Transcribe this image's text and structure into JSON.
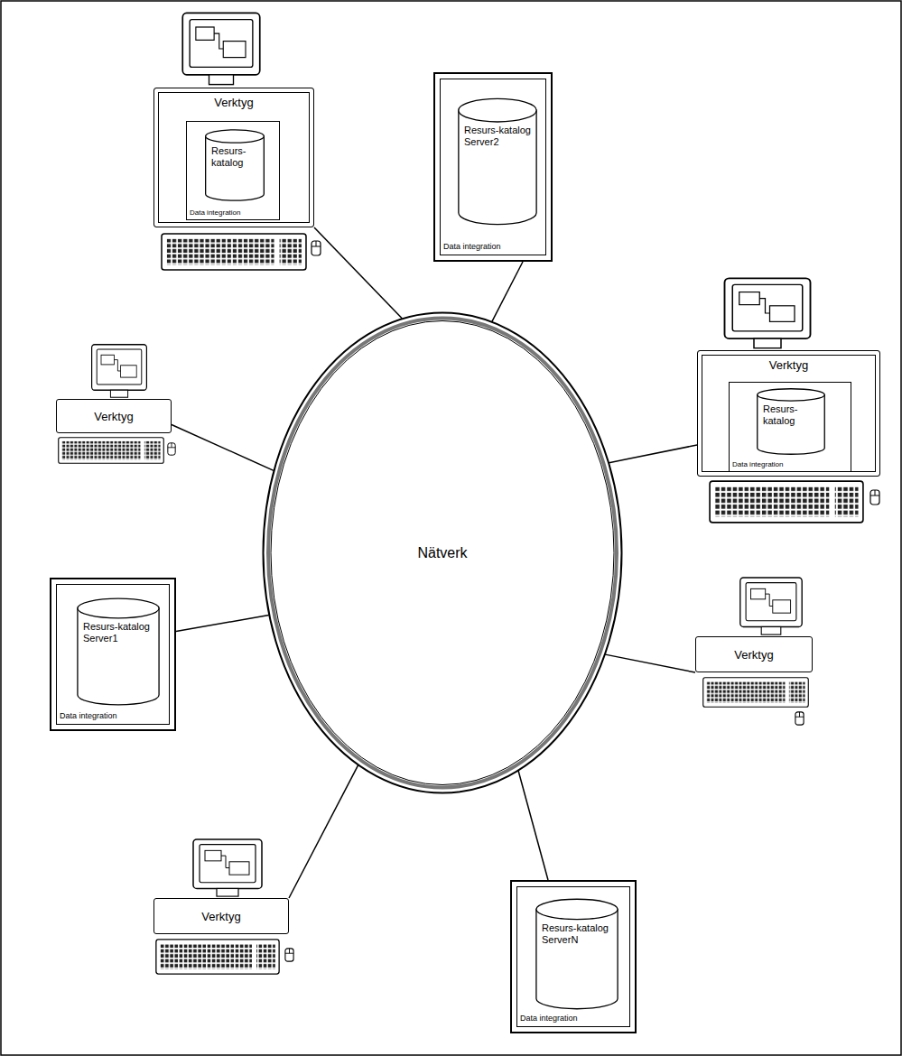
{
  "diagram": {
    "nodes": [
      {
        "text": [
          "Verktyg"
        ]
      },
      {
        "text": [
          "Data integration"
        ],
        "in": 0
      },
      {
        "text": [
          "Resurs-katalog"
        ],
        "in": 1
      },
      {
        "text": [
          "Data integration"
        ]
      },
      {
        "text": [
          "Resurs-katalog Server2"
        ],
        "in": 3
      },
      {
        "text": [
          "Verktyg"
        ]
      },
      {
        "text": [
          "Data integration"
        ],
        "in": 5
      },
      {
        "text": [
          "Resurs-katalog"
        ],
        "in": 6
      },
      {
        "text": [
          "Nätverk"
        ]
      },
      {
        "text": [
          "Verktyg"
        ]
      },
      {
        "text": [
          "Data integration"
        ]
      },
      {
        "text": [
          "Resurs-katalog Server1"
        ],
        "in": 10
      },
      {
        "text": [
          "Verktyg"
        ]
      },
      {
        "text": [
          "Verktyg"
        ]
      },
      {
        "text": [
          "Data integration"
        ]
      },
      {
        "text": [
          "Resurs-katalog ServerN"
        ],
        "in": 14
      }
    ],
    "edges": [
      {
        "from": 0,
        "to": 8,
        "arrow": "none"
      },
      {
        "from": 3,
        "to": 8,
        "arrow": "none"
      },
      {
        "from": 5,
        "to": 8,
        "arrow": "none"
      },
      {
        "from": 9,
        "to": 8,
        "arrow": "none"
      },
      {
        "from": 10,
        "to": 8,
        "arrow": "none"
      },
      {
        "from": 12,
        "to": 8,
        "arrow": "none"
      },
      {
        "from": 13,
        "to": 8,
        "arrow": "none"
      },
      {
        "from": 14,
        "to": 8,
        "arrow": "none"
      }
    ]
  }
}
